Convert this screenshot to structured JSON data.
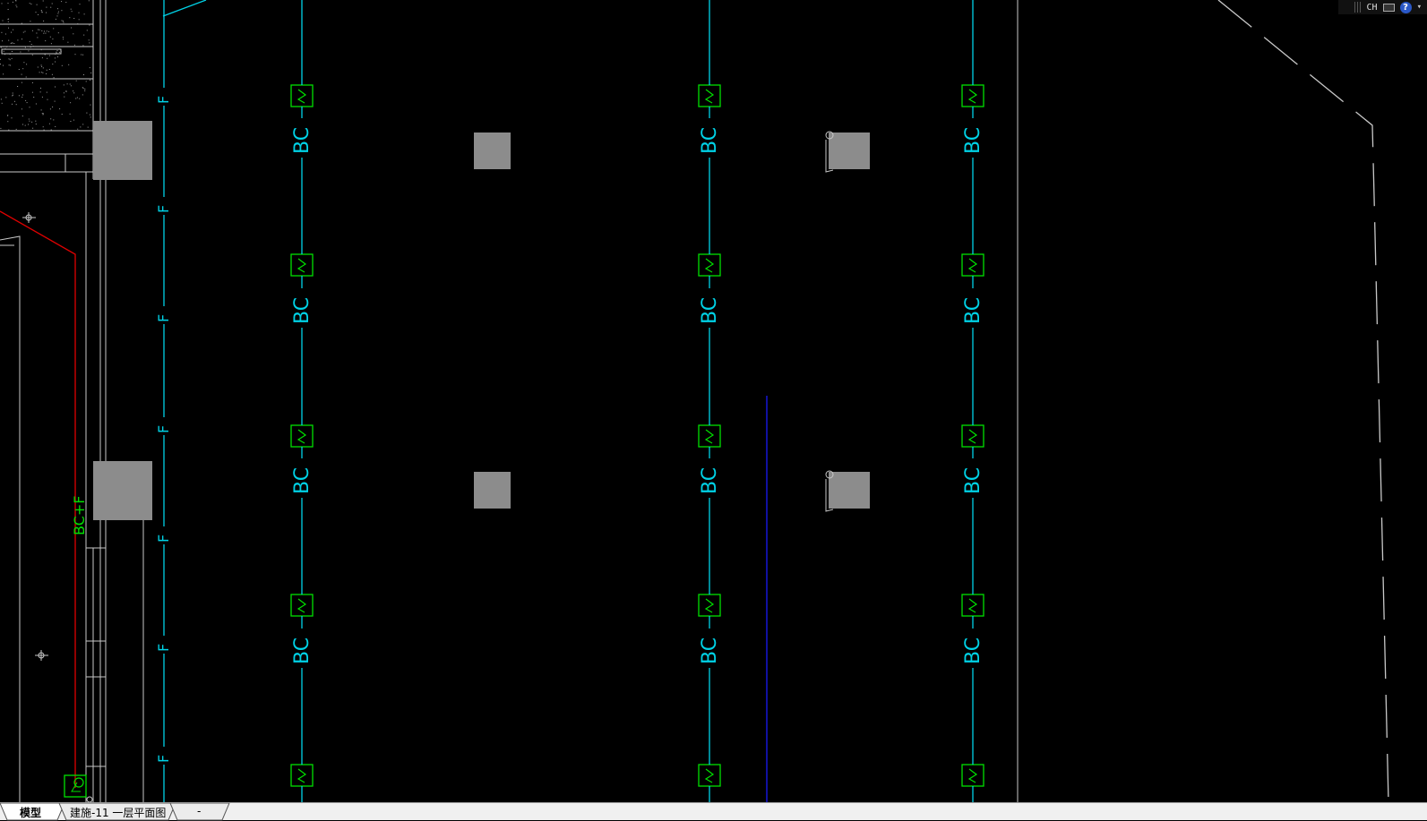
{
  "status_tray": {
    "language": "CH",
    "help": "?"
  },
  "tabs": [
    {
      "label": "模型"
    },
    {
      "label": "建施-11 一层平面图"
    },
    {
      "label": "-"
    }
  ],
  "drawing": {
    "branch_label": "BC",
    "pipe_label": "F",
    "riser_label": "BC+F",
    "colors": {
      "pipe": "#00d2e6",
      "sprinkler": "#00e000",
      "column": "#8c8c8c",
      "wall": "#c8c8c8",
      "red_line": "#e00000",
      "blue_line": "#1010a0"
    }
  }
}
